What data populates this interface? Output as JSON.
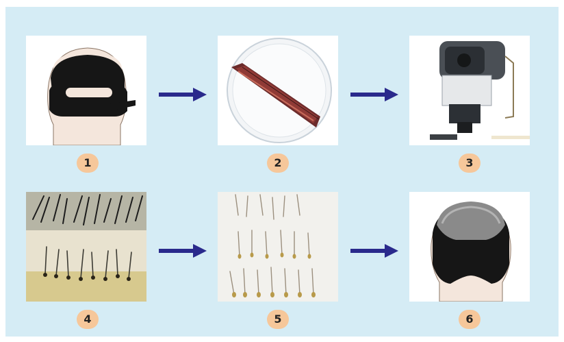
{
  "steps": [
    {
      "number": "1",
      "subject": "head-with-harvest-band"
    },
    {
      "number": "2",
      "subject": "donor-strip-in-petri-dish"
    },
    {
      "number": "3",
      "subject": "stereo-microscope"
    },
    {
      "number": "4",
      "subject": "magnified-follicular-units"
    },
    {
      "number": "5",
      "subject": "dissected-grafts"
    },
    {
      "number": "6",
      "subject": "head-with-recipient-area"
    }
  ],
  "arrows": [
    "arrow-right-icon",
    "arrow-right-icon",
    "arrow-right-icon",
    "arrow-right-icon"
  ],
  "colors": {
    "background": "#d5ecf5",
    "badge": "#f6c79a",
    "arrow": "#2a2a8c",
    "hair_dark": "#161616",
    "recipient_gray": "#8a8a8a"
  }
}
